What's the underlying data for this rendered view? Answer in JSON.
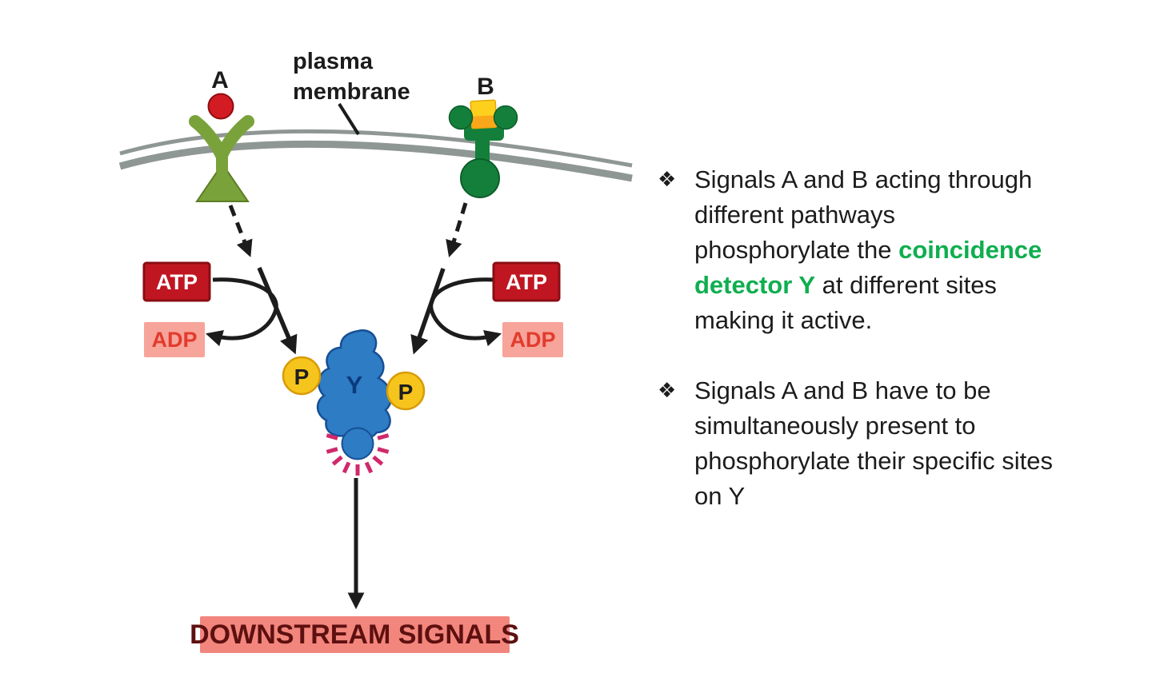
{
  "diagram": {
    "labels": {
      "signal_a": "A",
      "signal_b": "B",
      "plasma_membrane_line1": "plasma",
      "plasma_membrane_line2": "membrane",
      "atp": "ATP",
      "adp": "ADP",
      "phosphate": "P",
      "detector": "Y",
      "downstream": "DOWNSTREAM SIGNALS"
    },
    "colors": {
      "membrane": "#8f9795",
      "receptor_a": "#7aa23b",
      "receptor_b": "#147f3b",
      "ligand_a": "#d31b23",
      "ligand_b": "#fed01e",
      "atp_box": "#c01622",
      "adp_box": "#f7a49a",
      "adp_text": "#e23b2e",
      "phosphate_circle": "#f6c51d",
      "detector_blob": "#2e7cc3",
      "glow_rays": "#d0296b",
      "downstream_box": "#f2867d",
      "downstream_text": "#5e1010"
    }
  },
  "notes": {
    "highlight_color": "#0fae4f",
    "text_color": "#1c1c1c",
    "bullets": [
      {
        "marker": "❖",
        "lines": [
          [
            {
              "text": "Signals A and B acting through"
            }
          ],
          [
            {
              "text": "different pathways"
            }
          ],
          [
            {
              "text": "phosphorylate the "
            },
            {
              "text": "coincidence",
              "highlight": true
            }
          ],
          [
            {
              "text": "detector Y",
              "highlight": true
            },
            {
              "text": " at different sites"
            }
          ],
          [
            {
              "text": "making it active."
            }
          ]
        ]
      },
      {
        "marker": "❖",
        "lines": [
          [
            {
              "text": "Signals A and B have to be"
            }
          ],
          [
            {
              "text": "simultaneously present to"
            }
          ],
          [
            {
              "text": "phosphorylate their specific sites"
            }
          ],
          [
            {
              "text": "on Y"
            }
          ]
        ]
      }
    ]
  }
}
